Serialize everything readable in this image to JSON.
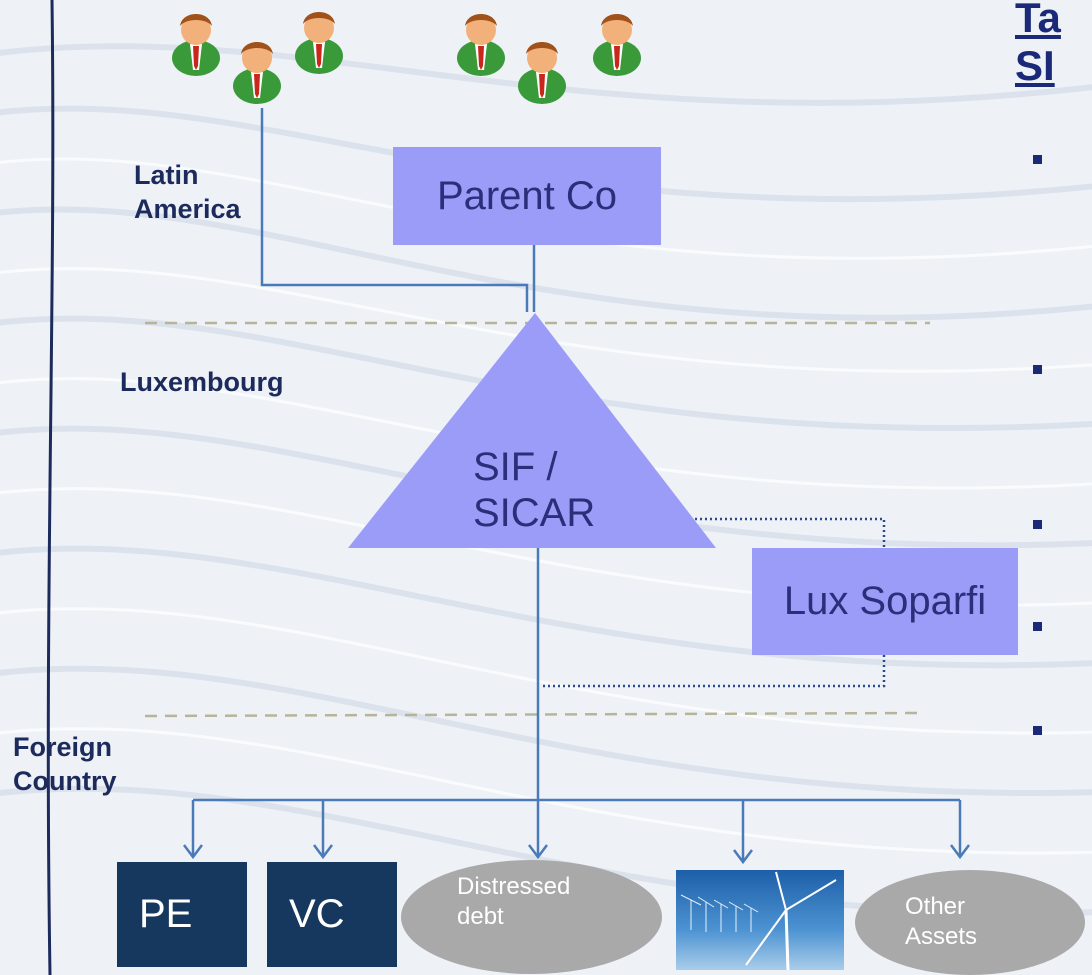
{
  "regions": {
    "latin_america": [
      "Latin",
      "America"
    ],
    "luxembourg": "Luxembourg",
    "foreign_country": [
      "Foreign",
      "Country"
    ]
  },
  "entities": {
    "parent_co": "Parent Co",
    "sif_sicar": [
      "SIF /",
      "SICAR"
    ],
    "lux_soparfi": "Lux Soparfi"
  },
  "investments": {
    "pe": "PE",
    "vc": "VC",
    "distressed_debt": [
      "Distressed",
      "debt"
    ],
    "wind_turbines_image": "wind-turbines",
    "other_assets": [
      "Other",
      "Assets"
    ]
  },
  "right_panel": {
    "title_line1": "Ta",
    "title_line2": "SI"
  },
  "icons": {
    "investor": "investor-person-icon",
    "arrow": "arrow-down-icon"
  },
  "colors": {
    "entity_fill": "#9a9cf8",
    "entity_text": "#2a2f7a",
    "line": "#4a7ab8",
    "dark_box": "#16375e",
    "ellipse": "#a9a9a9",
    "title": "#1a2a78",
    "separator": "#b8b49a"
  }
}
